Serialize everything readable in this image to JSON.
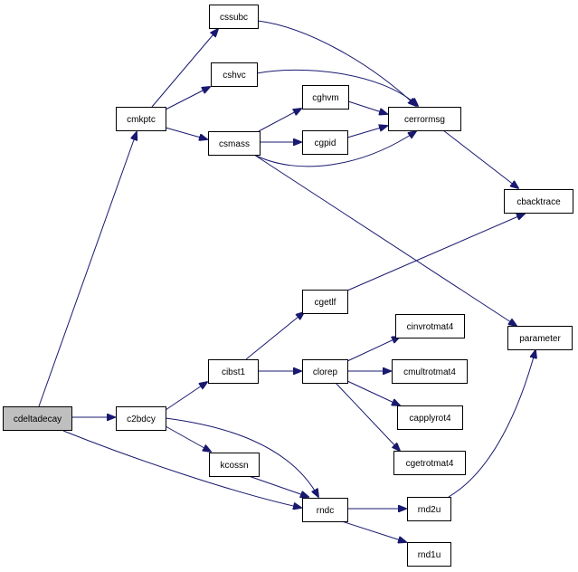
{
  "graph": {
    "root_fill": "#bfbfbf",
    "node_fill": "#ffffff",
    "edge_color": "#191970",
    "nodes": {
      "cdeltadecay": "cdeltadecay",
      "cmkptc": "cmkptc",
      "cssubc": "cssubc",
      "cshvc": "cshvc",
      "csmass": "csmass",
      "cghvm": "cghvm",
      "cgpid": "cgpid",
      "cerrormsg": "cerrormsg",
      "cbacktrace": "cbacktrace",
      "parameter": "parameter",
      "cgetlf": "cgetlf",
      "cibst1": "cibst1",
      "clorep": "clorep",
      "cinvrotmat4": "cinvrotmat4",
      "cmultrotmat4": "cmultrotmat4",
      "capplyrot4": "capplyrot4",
      "cgetrotmat4": "cgetrotmat4",
      "c2bdcy": "c2bdcy",
      "kcossn": "kcossn",
      "rndc": "rndc",
      "rnd2u": "rnd2u",
      "rnd1u": "rnd1u"
    },
    "edges": [
      [
        "cdeltadecay",
        "cmkptc"
      ],
      [
        "cdeltadecay",
        "c2bdcy"
      ],
      [
        "cdeltadecay",
        "rndc"
      ],
      [
        "cmkptc",
        "cssubc"
      ],
      [
        "cmkptc",
        "cshvc"
      ],
      [
        "cmkptc",
        "csmass"
      ],
      [
        "cssubc",
        "cerrormsg"
      ],
      [
        "cshvc",
        "cerrormsg"
      ],
      [
        "csmass",
        "cghvm"
      ],
      [
        "csmass",
        "cgpid"
      ],
      [
        "csmass",
        "cerrormsg"
      ],
      [
        "csmass",
        "parameter"
      ],
      [
        "cghvm",
        "cerrormsg"
      ],
      [
        "cgpid",
        "cerrormsg"
      ],
      [
        "cerrormsg",
        "cbacktrace"
      ],
      [
        "c2bdcy",
        "cibst1"
      ],
      [
        "c2bdcy",
        "kcossn"
      ],
      [
        "c2bdcy",
        "rndc"
      ],
      [
        "cibst1",
        "cgetlf"
      ],
      [
        "cibst1",
        "clorep"
      ],
      [
        "cgetlf",
        "cbacktrace"
      ],
      [
        "clorep",
        "cinvrotmat4"
      ],
      [
        "clorep",
        "cmultrotmat4"
      ],
      [
        "clorep",
        "capplyrot4"
      ],
      [
        "clorep",
        "cgetrotmat4"
      ],
      [
        "kcossn",
        "rndc"
      ],
      [
        "rndc",
        "rnd2u"
      ],
      [
        "rndc",
        "rnd1u"
      ],
      [
        "rnd2u",
        "parameter"
      ]
    ]
  }
}
